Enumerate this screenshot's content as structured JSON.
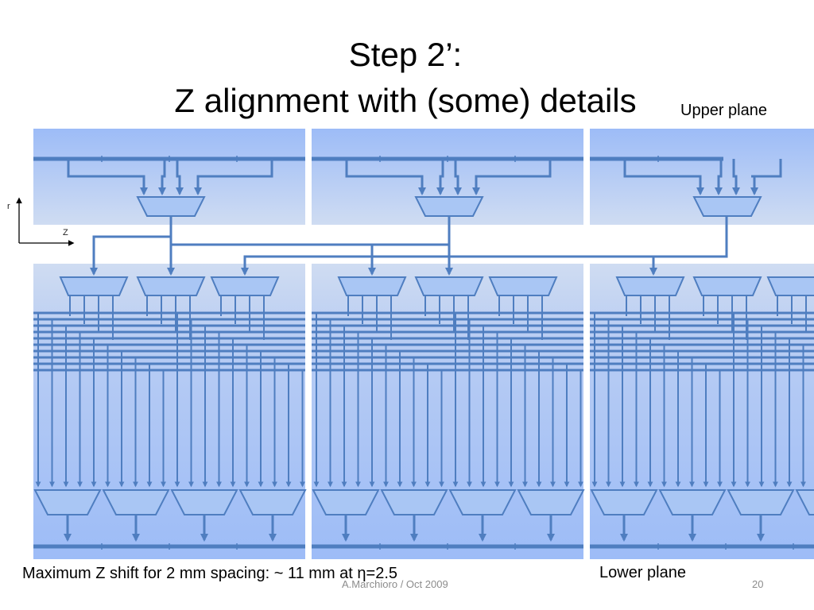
{
  "title": {
    "line1": "Step 2’:",
    "line2": "Z alignment with (some) details"
  },
  "labels": {
    "upper_plane": "Upper plane",
    "lower_plane": "Lower plane",
    "axis_r": "r",
    "axis_z": "Z"
  },
  "caption": {
    "prefix": "Maximum Z shift for 2 mm spacing: ~ 11 mm at ",
    "eta": "η",
    "suffix": "=2.5"
  },
  "footer": {
    "author": "A.Marchioro / Oct 2009",
    "page": "20"
  },
  "colors": {
    "panel_top": "#cfdcf2",
    "panel_bottom": "#9dbcf7",
    "line": "#4f7ec0",
    "mux_fill": "#a9c6f4"
  }
}
